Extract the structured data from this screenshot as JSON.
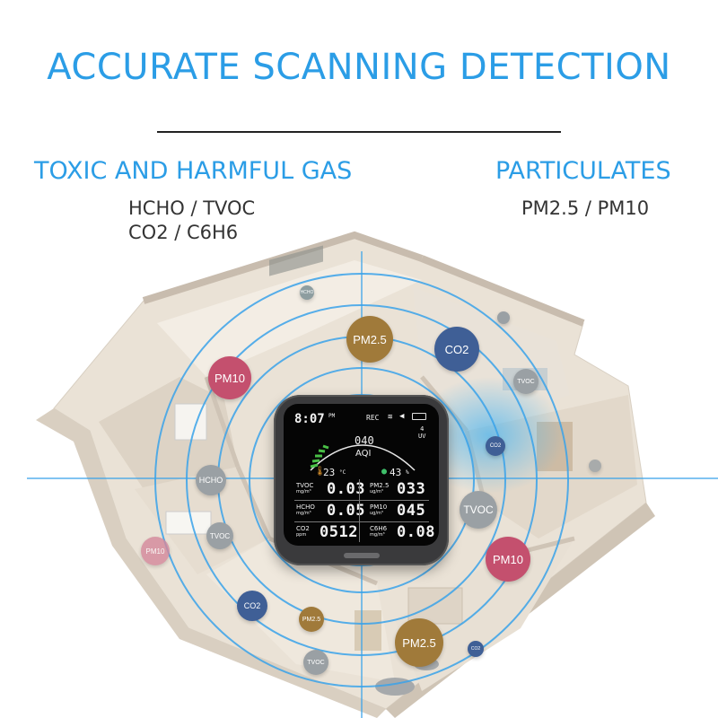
{
  "title": "ACCURATE SCANNING DETECTION",
  "left_heading": "TOXIC AND HARMFUL GAS",
  "left_items": [
    "HCHO / TVOC",
    "CO2 / C6H6"
  ],
  "right_heading": "PARTICULATES",
  "right_items": [
    "PM2.5 / PM10"
  ],
  "colors": {
    "accent": "#2b9de6",
    "pm25": "#a07a3a",
    "pm10": "#c4506e",
    "co2": "#3f5f96",
    "tvoc": "#9aa0a4"
  },
  "device": {
    "clock": "8:07",
    "clock_sub": "PM",
    "rec": "REC",
    "uv_value": "4",
    "uv_label": "UV",
    "aqi_value": "040",
    "aqi_label": "AQI",
    "temperature": "23",
    "temp_unit": "°C",
    "humidity": "43",
    "hum_unit": "%",
    "readings": [
      {
        "label": "TVOC",
        "unit": "mg/m³",
        "value": "0.03"
      },
      {
        "label": "PM2.5",
        "unit": "ug/m³",
        "value": "033"
      },
      {
        "label": "HCHO",
        "unit": "mg/m³",
        "value": "0.05"
      },
      {
        "label": "PM10",
        "unit": "ug/m³",
        "value": "045"
      },
      {
        "label": "CO2",
        "unit": "ppm",
        "value": "0512"
      },
      {
        "label": "C6H6",
        "unit": "mg/m³",
        "value": "0.08"
      }
    ]
  },
  "bubbles": {
    "hcho_small": "HCHO",
    "pm25_top": "PM2.5",
    "co2_top": "CO2",
    "tvoc_right": "TVOC",
    "pm10_left": "PM10",
    "co2_small": "CO2",
    "hcho_left": "HCHO",
    "tvoc_mid": "TVOC",
    "tvoc_left": "TVOC",
    "pm10_faded": "PM10",
    "pm10_right": "PM10",
    "co2_bottom": "CO2",
    "pm25_small": "PM2.5",
    "pm25_bottom": "PM2.5",
    "tvoc_bottom": "TVOC",
    "co2_tiny": "CO2"
  }
}
